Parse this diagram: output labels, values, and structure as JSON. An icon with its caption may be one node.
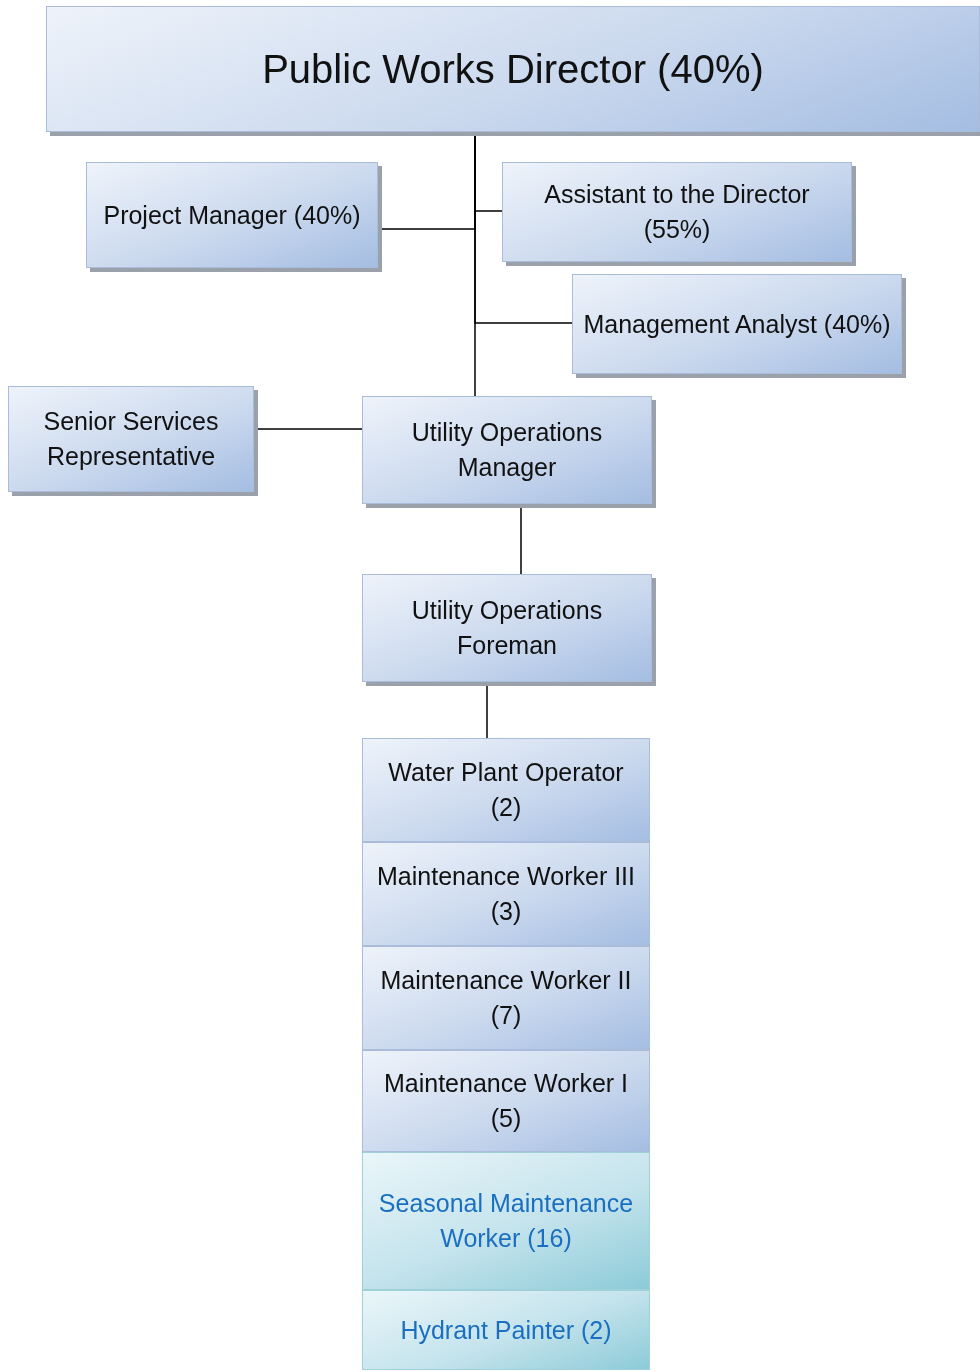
{
  "diagram": {
    "nodes": [
      {
        "text": [
          "Public Works Director (40%)"
        ]
      },
      {
        "text": [
          "Project Manager (40%)"
        ]
      },
      {
        "text": [
          "Assistant to the Director (55%)"
        ]
      },
      {
        "text": [
          "Management Analyst (40%)"
        ]
      },
      {
        "text": [
          "Senior Services Representative"
        ]
      },
      {
        "text": [
          "Utility Operations Manager"
        ]
      },
      {
        "text": [
          "Utility Operations Foreman"
        ]
      },
      {
        "text": [
          "Water Plant Operator (2)"
        ]
      },
      {
        "text": [
          "Maintenance Worker III (3)"
        ]
      },
      {
        "text": [
          "Maintenance Worker II (7)"
        ]
      },
      {
        "text": [
          "Maintenance Worker I (5)"
        ]
      },
      {
        "text": [
          "Seasonal Maintenance Worker (16)"
        ]
      },
      {
        "text": [
          "Hydrant Painter (2)"
        ]
      }
    ],
    "edges": [
      {
        "from": 0,
        "to": 1,
        "arrow": "none"
      },
      {
        "from": 0,
        "to": 2,
        "arrow": "none"
      },
      {
        "from": 0,
        "to": 3,
        "arrow": "none"
      },
      {
        "from": 0,
        "to": 5,
        "arrow": "none"
      },
      {
        "from": 5,
        "to": 4,
        "arrow": "none"
      },
      {
        "from": 5,
        "to": 6,
        "arrow": "none"
      },
      {
        "from": 6,
        "to": 7,
        "arrow": "none"
      }
    ]
  }
}
